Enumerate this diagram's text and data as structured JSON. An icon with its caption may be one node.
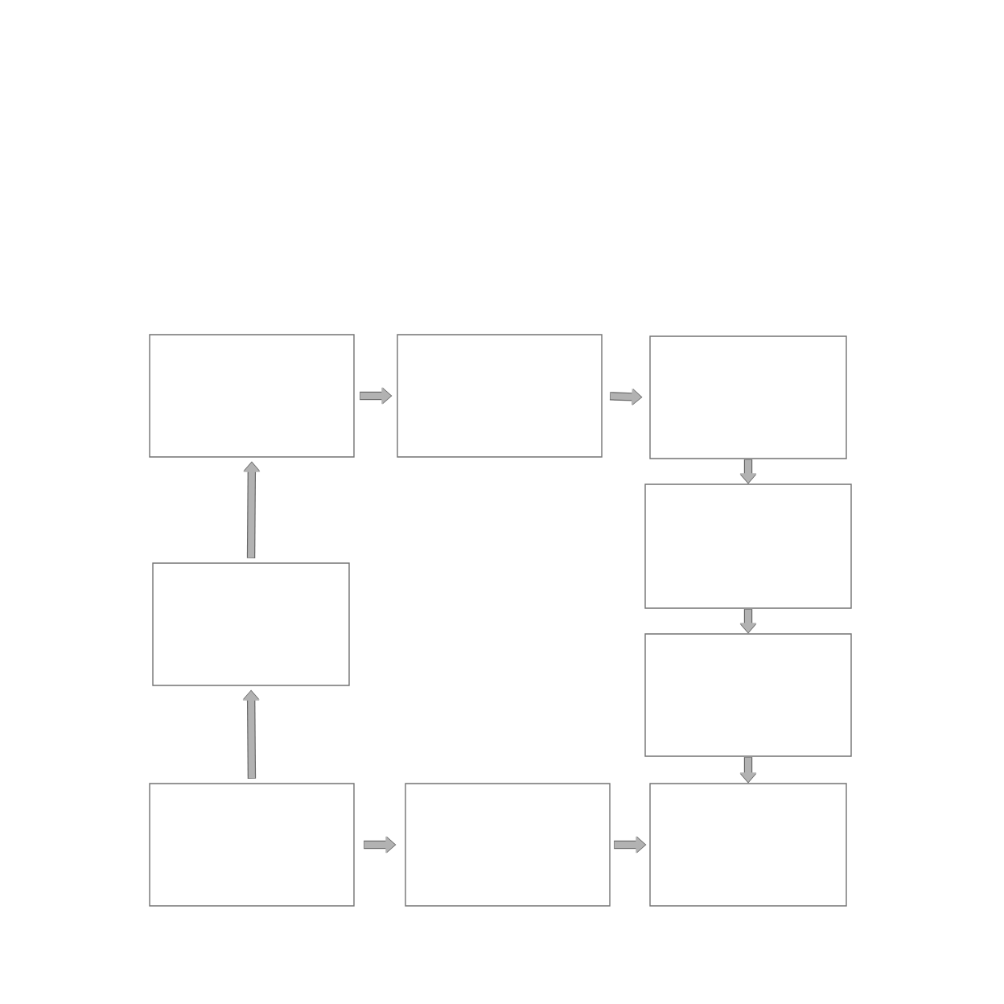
{
  "diagram": {
    "nodes": [
      {
        "text": [],
        "shape": "box"
      },
      {
        "text": [],
        "shape": "box"
      },
      {
        "text": [],
        "shape": "box"
      },
      {
        "text": [],
        "shape": "box"
      },
      {
        "text": [],
        "shape": "box"
      },
      {
        "text": [],
        "shape": "box"
      },
      {
        "text": [],
        "shape": "box"
      },
      {
        "text": [],
        "shape": "box"
      },
      {
        "text": [],
        "shape": "box"
      }
    ],
    "edges": [
      {
        "from": 0,
        "to": 1,
        "arrow": "to"
      },
      {
        "from": 1,
        "to": 2,
        "arrow": "to"
      },
      {
        "from": 2,
        "to": 3,
        "arrow": "to"
      },
      {
        "from": 3,
        "to": 5,
        "arrow": "to"
      },
      {
        "from": 5,
        "to": 8,
        "arrow": "to"
      },
      {
        "from": 6,
        "to": 4,
        "arrow": "to"
      },
      {
        "from": 4,
        "to": 0,
        "arrow": "to"
      },
      {
        "from": 6,
        "to": 7,
        "arrow": "to"
      },
      {
        "from": 7,
        "to": 8,
        "arrow": "to"
      }
    ]
  }
}
